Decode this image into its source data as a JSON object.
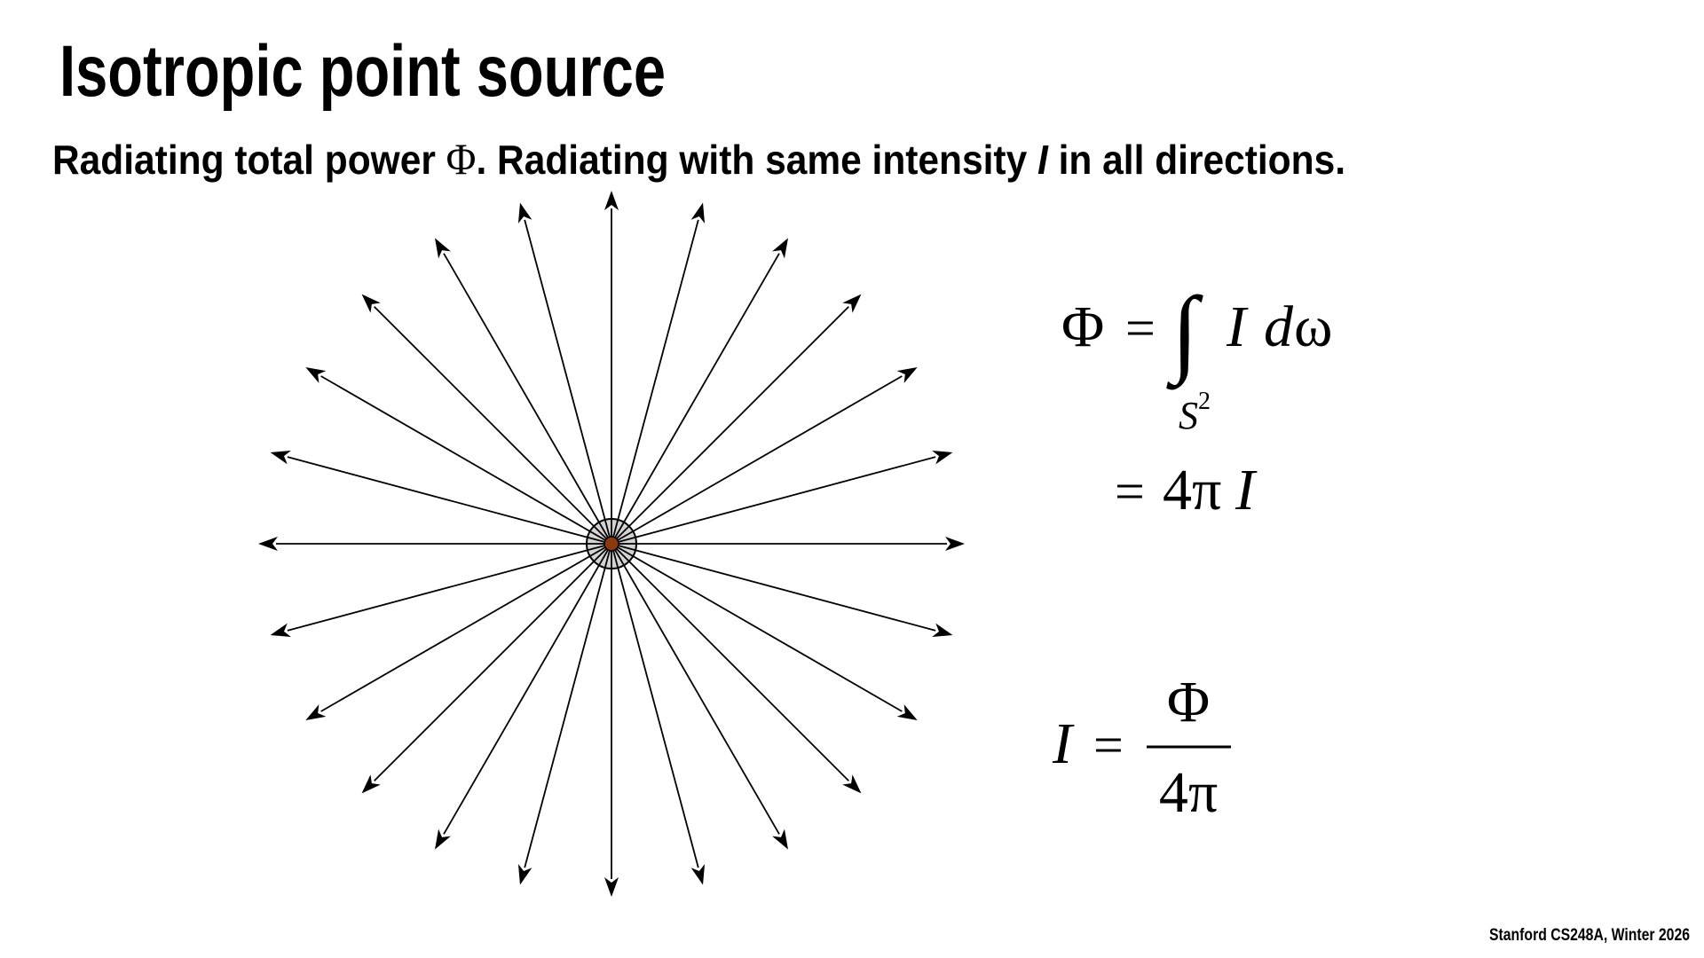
{
  "slide": {
    "title": "Isotropic point source",
    "subtitle_part1": "Radiating total power ",
    "subtitle_phi": "Φ",
    "subtitle_part2": ".  Radiating with same intensity ",
    "subtitle_I": "I",
    "subtitle_part3": " in all directions.",
    "footer": "Stanford CS248A, Winter 2026"
  },
  "diagram": {
    "arrow_count": 24,
    "source_color": "#8b3a10",
    "halo_color": "#d3d3d3"
  },
  "equations": {
    "eq1_lhs": "Φ",
    "eq1_eq": "=",
    "eq1_int": "∫",
    "eq1_domain": "S",
    "eq1_domain_sup": "2",
    "eq1_integrand_I": "I",
    "eq1_d": "d",
    "eq1_omega": "ω",
    "eq2_eq": "=",
    "eq2_4pi": "4π",
    "eq2_I": "I",
    "eq3_lhs": "I",
    "eq3_eq": "=",
    "eq3_num": "Φ",
    "eq3_den": "4π"
  }
}
